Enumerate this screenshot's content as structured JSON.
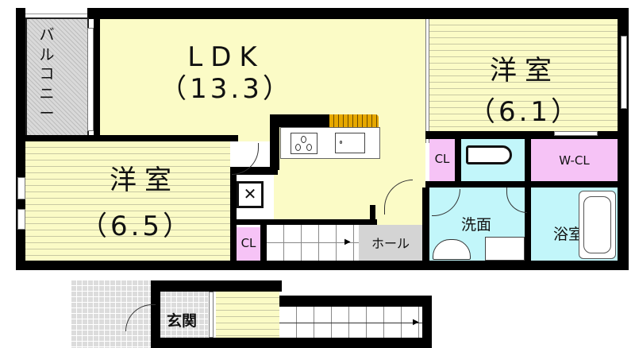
{
  "floorplan": {
    "rooms": {
      "ldk": {
        "name": "LDK",
        "size": "（13.3）"
      },
      "western_room_right": {
        "name": "洋室",
        "size": "（6.1）"
      },
      "western_room_left": {
        "name": "洋室",
        "size": "（6.5）"
      },
      "balcony": {
        "name": "バルコニー"
      },
      "closet_upper": {
        "name": "CL"
      },
      "closet_lower": {
        "name": "CL"
      },
      "walk_in_closet": {
        "name": "W-CL"
      },
      "washroom": {
        "name": "洗面"
      },
      "bathroom": {
        "name": "浴室"
      },
      "hall": {
        "name": "ホール"
      },
      "entrance": {
        "name": "玄関"
      }
    },
    "colors": {
      "wall": "#000000",
      "living_floor": "#fbfbc6",
      "closet": "#f6c3f6",
      "wet_area": "#c2f6fa",
      "hall": "#d4d4d4",
      "counter": "#e6a800"
    }
  }
}
